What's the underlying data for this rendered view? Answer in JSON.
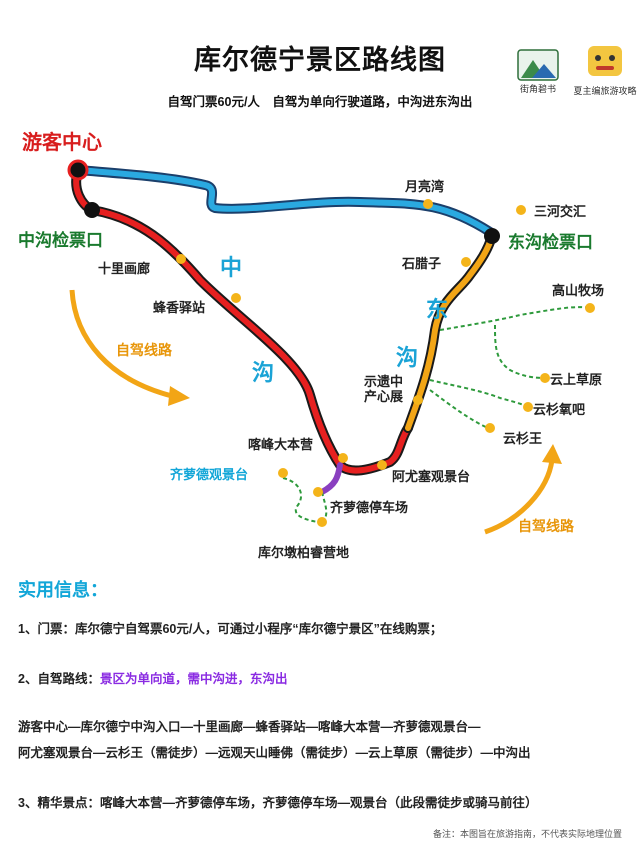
{
  "header": {
    "title": "库尔德宁景区路线图",
    "subtitle": "自驾门票60元/人　自驾为单向行驶道路，中沟进东沟出",
    "logo_left_text": "街角碧书",
    "logo_right_text": "夏主编旅游攻略"
  },
  "map": {
    "stations": {
      "visitor_center": "游客中心",
      "middle_gate": "中沟检票口",
      "east_gate": "东沟检票口"
    },
    "route_chars": {
      "middle_1": "中",
      "middle_2": "沟",
      "east_1": "东",
      "east_2": "沟"
    },
    "places": {
      "moon_bay": "月亮湾",
      "three_rivers": "三河交汇",
      "shilazi": "石腊子",
      "highland_pasture": "高山牧场",
      "shiliu_gallery": "十里画廊",
      "bee_station": "蜂香驿站",
      "exhibition": "示遗中产心展",
      "cloud_meadow": "云上草原",
      "spruce_oxygen": "云杉氧吧",
      "spruce_king": "云杉王",
      "kafeng_camp": "喀峰大本营",
      "qimengde_deck": "齐萝德观景台",
      "ayou_deck": "阿尤塞观景台",
      "qimengde_parking": "齐萝德停车场",
      "kuer_camp": "库尔墩柏睿营地"
    },
    "self_drive_label": "自驾线路",
    "colors": {
      "middle_route": "#e62020",
      "east_route": "#f2a516",
      "top_route": "#2aa9e0",
      "trail": "#2e9a3c",
      "poi": "#f4b41a"
    }
  },
  "info": {
    "heading": "实用信息：",
    "item1": "1、门票：库尔德宁自驾票60元/人，可通过小程序“库尔德宁景区”在线购票；",
    "item2_prefix": "2、自驾路线：",
    "item2_highlight": "景区为单向道，需中沟进，东沟出",
    "route_line1": "游客中心—库尔德宁中沟入口—十里画廊—蜂香驿站—喀峰大本营—齐萝德观景台—",
    "route_line2": "阿尤塞观景台—云杉王（需徒步）—远观天山睡佛（需徒步）—云上草原（需徒步）—中沟出",
    "item3": "3、精华景点：喀峰大本营—齐萝德停车场，齐萝德停车场—观景台（此段需徒步或骑马前往）",
    "note": "备注：本图旨在旅游指南，不代表实际地理位置"
  }
}
